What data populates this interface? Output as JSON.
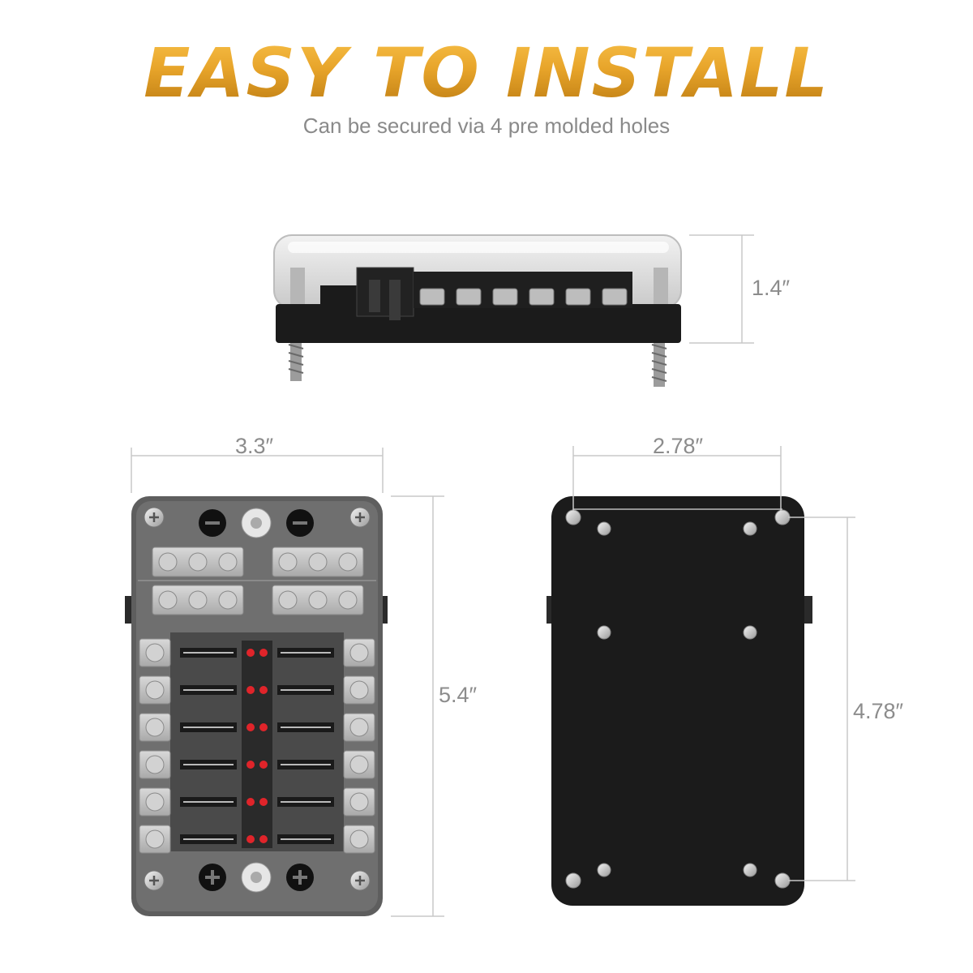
{
  "header": {
    "title": "EASY TO INSTALL",
    "subtitle": "Can be secured via 4 pre molded holes"
  },
  "dimensions": {
    "side_height": "1.4″",
    "front_width": "3.3″",
    "front_height": "5.4″",
    "back_hole_width": "2.78″",
    "back_hole_height": "4.78″"
  },
  "colors": {
    "title_gold": "#e7a42a",
    "body_black": "#1b1b1b",
    "cover_grey": "#6e6e6e",
    "led_red": "#e0242a",
    "dimension_line": "#c8c8c8"
  }
}
